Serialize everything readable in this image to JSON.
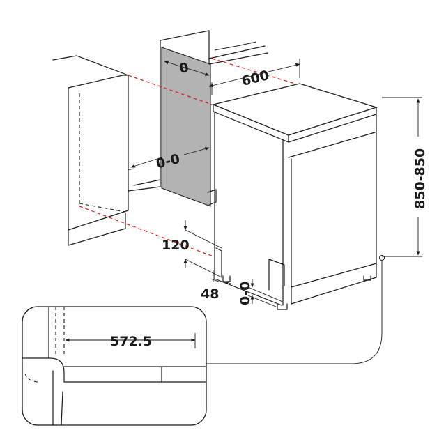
{
  "dimensions": {
    "recess_depth": "0",
    "width": "600",
    "side_gap": "0-0",
    "height": "850-850",
    "plinth_height": "120",
    "foot_inset": "48",
    "foot_adjust": "0-0",
    "detail_depth": "572.5"
  }
}
